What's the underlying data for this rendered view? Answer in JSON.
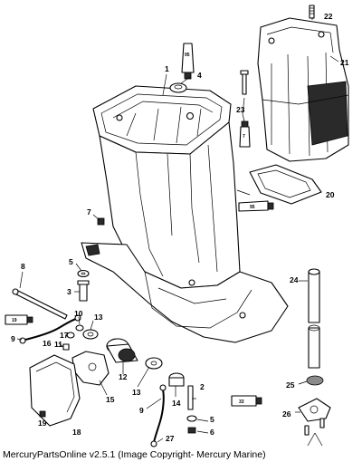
{
  "caption": "MercuryPartsOnline v2.5.1 (Image Copyright- Mercury Marine)",
  "callouts": [
    {
      "id": "1",
      "label": "1"
    },
    {
      "id": "2",
      "label": "2"
    },
    {
      "id": "3",
      "label": "3"
    },
    {
      "id": "4",
      "label": "4"
    },
    {
      "id": "5a",
      "label": "5"
    },
    {
      "id": "5b",
      "label": "5"
    },
    {
      "id": "6",
      "label": "6"
    },
    {
      "id": "7",
      "label": "7"
    },
    {
      "id": "8",
      "label": "8"
    },
    {
      "id": "9a",
      "label": "9"
    },
    {
      "id": "9b",
      "label": "9"
    },
    {
      "id": "10",
      "label": "10"
    },
    {
      "id": "11",
      "label": "11"
    },
    {
      "id": "12",
      "label": "12"
    },
    {
      "id": "13a",
      "label": "13"
    },
    {
      "id": "13b",
      "label": "13"
    },
    {
      "id": "14",
      "label": "14"
    },
    {
      "id": "15",
      "label": "15"
    },
    {
      "id": "16",
      "label": "16"
    },
    {
      "id": "17",
      "label": "17"
    },
    {
      "id": "18",
      "label": "18"
    },
    {
      "id": "19",
      "label": "19"
    },
    {
      "id": "20",
      "label": "20"
    },
    {
      "id": "21",
      "label": "21"
    },
    {
      "id": "22",
      "label": "22"
    },
    {
      "id": "23",
      "label": "23"
    },
    {
      "id": "24",
      "label": "24"
    },
    {
      "id": "25",
      "label": "25"
    },
    {
      "id": "26",
      "label": "26"
    },
    {
      "id": "27",
      "label": "27"
    }
  ],
  "tube_labels": {
    "t95a": "95",
    "t95b": "95",
    "t7": "7",
    "t19": "19",
    "t33": "33"
  }
}
